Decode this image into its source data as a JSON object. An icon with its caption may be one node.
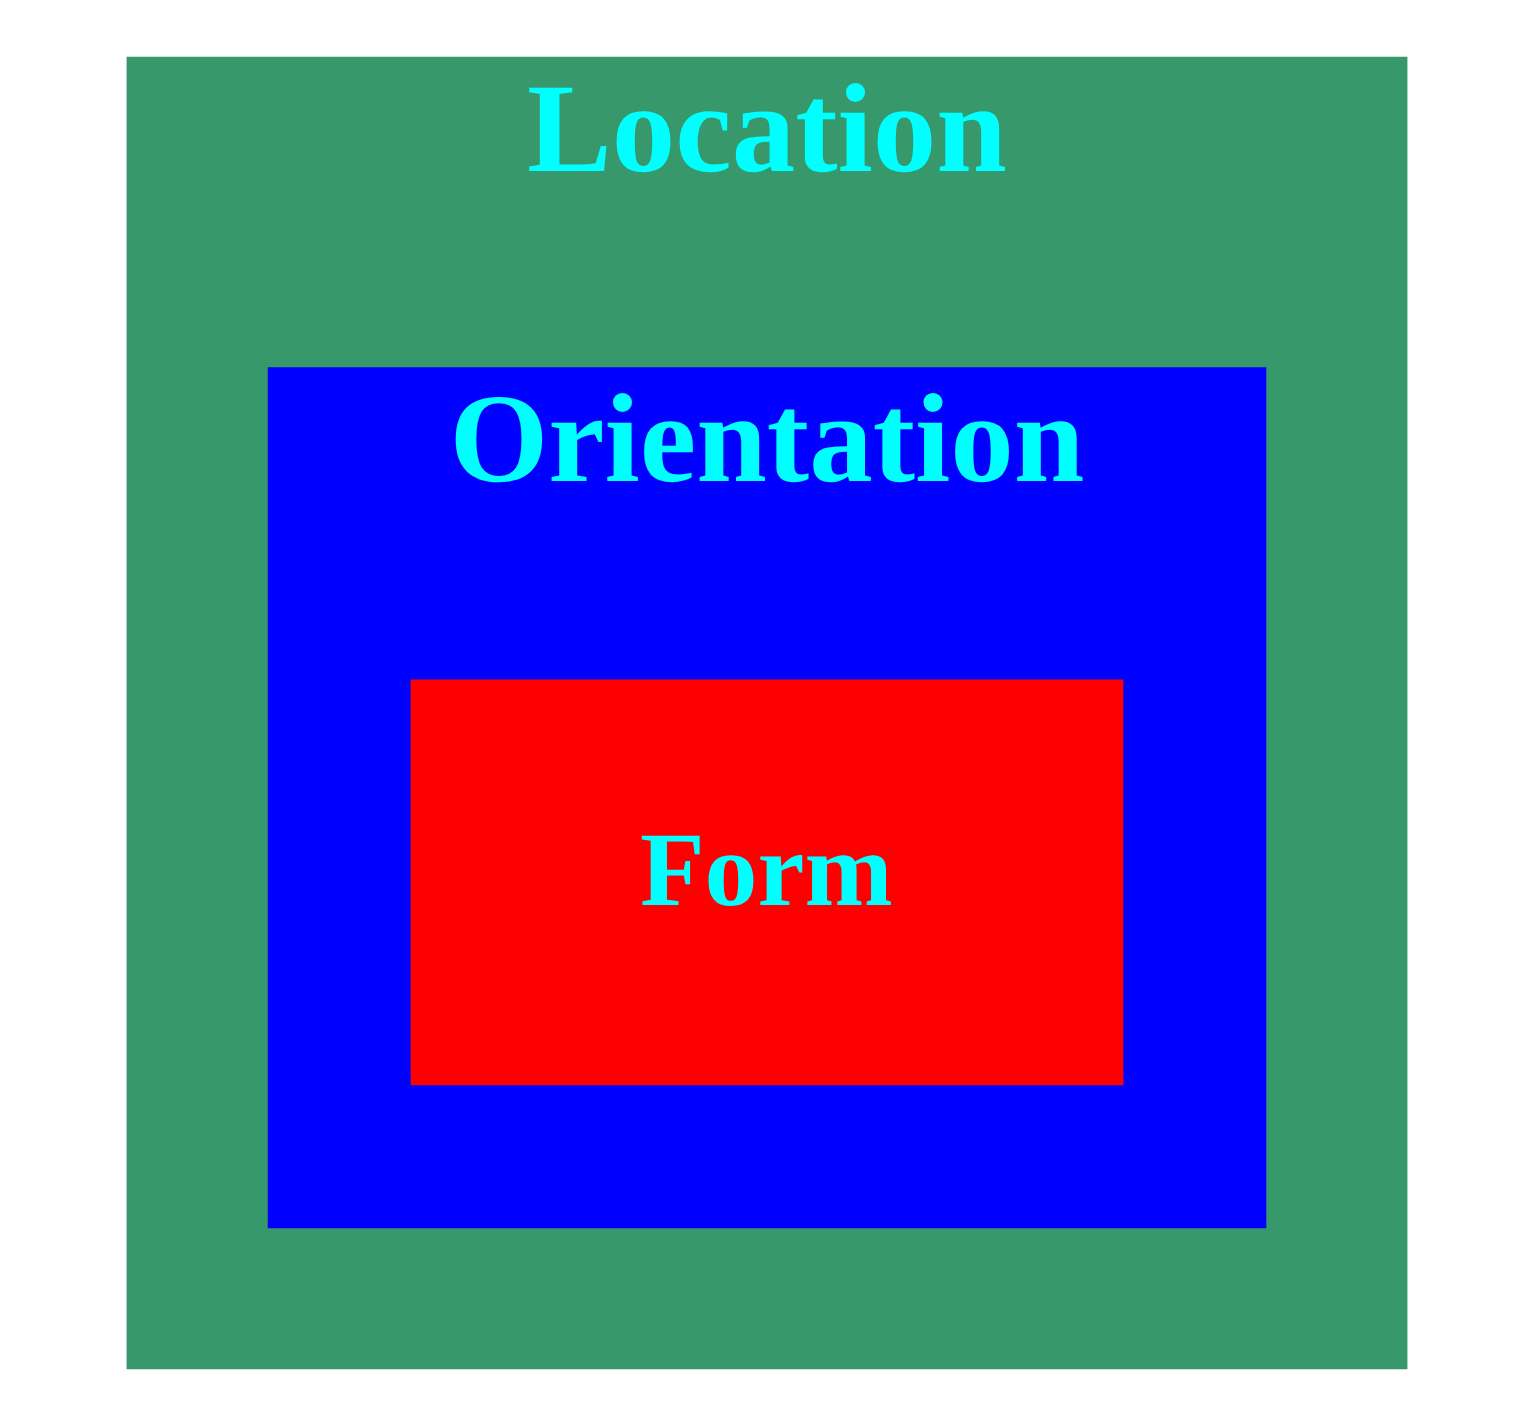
{
  "diagram": {
    "nodes": [
      {
        "text": [
          "Location"
        ]
      },
      {
        "text": [
          "Orientation"
        ],
        "in": 0
      },
      {
        "text": [
          "Form"
        ],
        "in": 1
      }
    ]
  }
}
